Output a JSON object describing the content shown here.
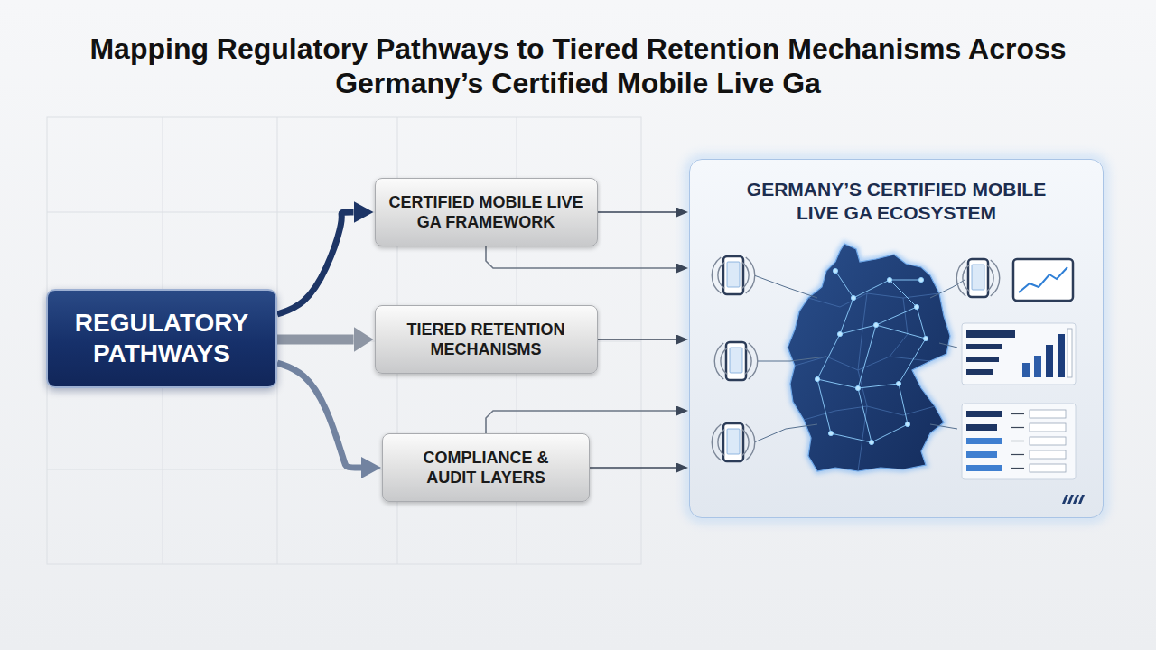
{
  "diagram": {
    "title": "Mapping Regulatory Pathways to Tiered Retention Mechanisms Across Germany’s Certified Mobile Live Ga",
    "nodes": [
      {
        "text": [
          "REGULATORY PATHWAYS"
        ]
      },
      {
        "text": [
          "CERTIFIED MOBILE LIVE GA FRAMEWORK"
        ]
      },
      {
        "text": [
          "TIERED RETENTION MECHANISMS"
        ]
      },
      {
        "text": [
          "COMPLIANCE & AUDIT LAYERS"
        ]
      },
      {
        "text": [
          "GERMANY’S CERTIFIED MOBILE LIVE GA ECOSYSTEM"
        ]
      }
    ],
    "edges": [
      {
        "from": 0,
        "to": 1,
        "arrow": "to"
      },
      {
        "from": 0,
        "to": 2,
        "arrow": "to"
      },
      {
        "from": 0,
        "to": 3,
        "arrow": "to"
      },
      {
        "from": 1,
        "to": 4,
        "arrow": "to"
      },
      {
        "from": 1,
        "to": 4,
        "arrow": "to"
      },
      {
        "from": 2,
        "to": 4,
        "arrow": "to"
      },
      {
        "from": 3,
        "to": 4,
        "arrow": "to"
      },
      {
        "from": 3,
        "to": 4,
        "arrow": "to"
      }
    ]
  }
}
